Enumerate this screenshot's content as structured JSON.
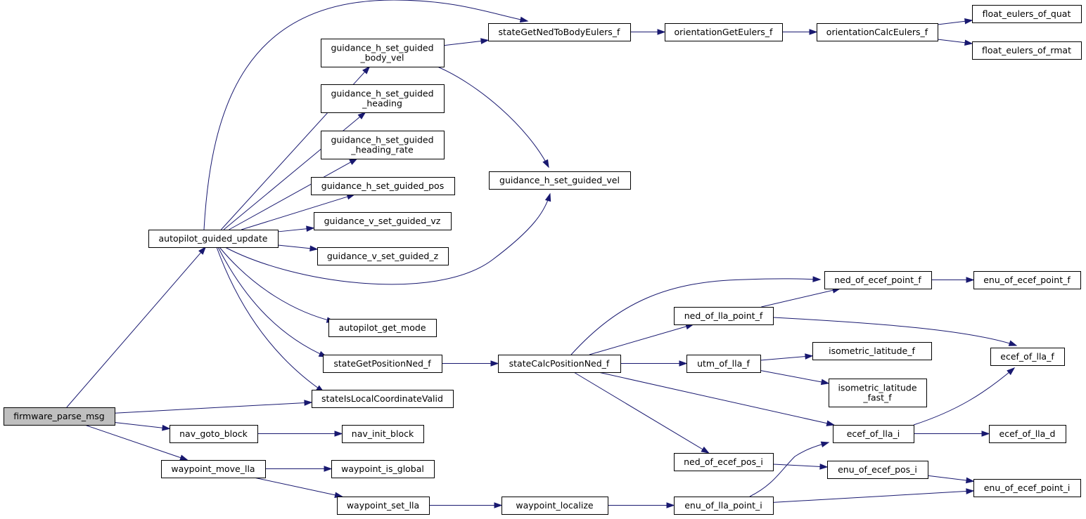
{
  "graph": {
    "nodes": [
      {
        "id": "firmware_parse_msg",
        "lines": [
          "firmware_parse_msg"
        ],
        "root": true
      },
      {
        "id": "autopilot_guided_update",
        "lines": [
          "autopilot_guided_update"
        ]
      },
      {
        "id": "guidance_h_set_guided_body_vel",
        "lines": [
          "guidance_h_set_guided",
          "_body_vel"
        ]
      },
      {
        "id": "guidance_h_set_guided_heading",
        "lines": [
          "guidance_h_set_guided",
          "_heading"
        ]
      },
      {
        "id": "guidance_h_set_guided_heading_rate",
        "lines": [
          "guidance_h_set_guided",
          "_heading_rate"
        ]
      },
      {
        "id": "guidance_h_set_guided_pos",
        "lines": [
          "guidance_h_set_guided_pos"
        ]
      },
      {
        "id": "guidance_v_set_guided_vz",
        "lines": [
          "guidance_v_set_guided_vz"
        ]
      },
      {
        "id": "guidance_v_set_guided_z",
        "lines": [
          "guidance_v_set_guided_z"
        ]
      },
      {
        "id": "autopilot_get_mode",
        "lines": [
          "autopilot_get_mode"
        ]
      },
      {
        "id": "stateGetPositionNed_f",
        "lines": [
          "stateGetPositionNed_f"
        ]
      },
      {
        "id": "stateIsLocalCoordinateValid",
        "lines": [
          "stateIsLocalCoordinateValid"
        ]
      },
      {
        "id": "nav_goto_block",
        "lines": [
          "nav_goto_block"
        ]
      },
      {
        "id": "nav_init_block",
        "lines": [
          "nav_init_block"
        ]
      },
      {
        "id": "waypoint_move_lla",
        "lines": [
          "waypoint_move_lla"
        ]
      },
      {
        "id": "waypoint_is_global",
        "lines": [
          "waypoint_is_global"
        ]
      },
      {
        "id": "waypoint_set_lla",
        "lines": [
          "waypoint_set_lla"
        ]
      },
      {
        "id": "waypoint_localize",
        "lines": [
          "waypoint_localize"
        ]
      },
      {
        "id": "stateGetNedToBodyEulers_f",
        "lines": [
          "stateGetNedToBodyEulers_f"
        ]
      },
      {
        "id": "orientationGetEulers_f",
        "lines": [
          "orientationGetEulers_f"
        ]
      },
      {
        "id": "orientationCalcEulers_f",
        "lines": [
          "orientationCalcEulers_f"
        ]
      },
      {
        "id": "float_eulers_of_quat",
        "lines": [
          "float_eulers_of_quat"
        ]
      },
      {
        "id": "float_eulers_of_rmat",
        "lines": [
          "float_eulers_of_rmat"
        ]
      },
      {
        "id": "guidance_h_set_guided_vel",
        "lines": [
          "guidance_h_set_guided_vel"
        ]
      },
      {
        "id": "stateCalcPositionNed_f",
        "lines": [
          "stateCalcPositionNed_f"
        ]
      },
      {
        "id": "ned_of_lla_point_f",
        "lines": [
          "ned_of_lla_point_f"
        ]
      },
      {
        "id": "ned_of_ecef_point_f",
        "lines": [
          "ned_of_ecef_point_f"
        ]
      },
      {
        "id": "enu_of_ecef_point_f",
        "lines": [
          "enu_of_ecef_point_f"
        ]
      },
      {
        "id": "utm_of_lla_f",
        "lines": [
          "utm_of_lla_f"
        ]
      },
      {
        "id": "isometric_latitude_f",
        "lines": [
          "isometric_latitude_f"
        ]
      },
      {
        "id": "isometric_latitude_fast_f",
        "lines": [
          "isometric_latitude",
          "_fast_f"
        ]
      },
      {
        "id": "ecef_of_lla_f",
        "lines": [
          "ecef_of_lla_f"
        ]
      },
      {
        "id": "ecef_of_lla_i",
        "lines": [
          "ecef_of_lla_i"
        ]
      },
      {
        "id": "ecef_of_lla_d",
        "lines": [
          "ecef_of_lla_d"
        ]
      },
      {
        "id": "ned_of_ecef_pos_i",
        "lines": [
          "ned_of_ecef_pos_i"
        ]
      },
      {
        "id": "enu_of_ecef_pos_i",
        "lines": [
          "enu_of_ecef_pos_i"
        ]
      },
      {
        "id": "enu_of_ecef_point_i",
        "lines": [
          "enu_of_ecef_point_i"
        ]
      },
      {
        "id": "enu_of_lla_point_i",
        "lines": [
          "enu_of_lla_point_i"
        ]
      }
    ],
    "edges": [
      {
        "from": "firmware_parse_msg",
        "to": "autopilot_guided_update"
      },
      {
        "from": "firmware_parse_msg",
        "to": "stateIsLocalCoordinateValid"
      },
      {
        "from": "firmware_parse_msg",
        "to": "nav_goto_block"
      },
      {
        "from": "firmware_parse_msg",
        "to": "waypoint_move_lla"
      },
      {
        "from": "autopilot_guided_update",
        "to": "stateGetNedToBodyEulers_f"
      },
      {
        "from": "autopilot_guided_update",
        "to": "guidance_h_set_guided_body_vel"
      },
      {
        "from": "autopilot_guided_update",
        "to": "guidance_h_set_guided_heading"
      },
      {
        "from": "autopilot_guided_update",
        "to": "guidance_h_set_guided_heading_rate"
      },
      {
        "from": "autopilot_guided_update",
        "to": "guidance_h_set_guided_pos"
      },
      {
        "from": "autopilot_guided_update",
        "to": "guidance_v_set_guided_vz"
      },
      {
        "from": "autopilot_guided_update",
        "to": "guidance_v_set_guided_z"
      },
      {
        "from": "autopilot_guided_update",
        "to": "guidance_h_set_guided_vel"
      },
      {
        "from": "autopilot_guided_update",
        "to": "autopilot_get_mode"
      },
      {
        "from": "autopilot_guided_update",
        "to": "stateGetPositionNed_f"
      },
      {
        "from": "autopilot_guided_update",
        "to": "stateIsLocalCoordinateValid"
      },
      {
        "from": "guidance_h_set_guided_body_vel",
        "to": "stateGetNedToBodyEulers_f"
      },
      {
        "from": "guidance_h_set_guided_body_vel",
        "to": "guidance_h_set_guided_vel"
      },
      {
        "from": "stateGetNedToBodyEulers_f",
        "to": "orientationGetEulers_f"
      },
      {
        "from": "orientationGetEulers_f",
        "to": "orientationCalcEulers_f"
      },
      {
        "from": "orientationCalcEulers_f",
        "to": "float_eulers_of_quat"
      },
      {
        "from": "orientationCalcEulers_f",
        "to": "float_eulers_of_rmat"
      },
      {
        "from": "stateGetPositionNed_f",
        "to": "stateCalcPositionNed_f"
      },
      {
        "from": "stateCalcPositionNed_f",
        "to": "ned_of_ecef_point_f"
      },
      {
        "from": "stateCalcPositionNed_f",
        "to": "ned_of_lla_point_f"
      },
      {
        "from": "stateCalcPositionNed_f",
        "to": "utm_of_lla_f"
      },
      {
        "from": "stateCalcPositionNed_f",
        "to": "ecef_of_lla_i"
      },
      {
        "from": "stateCalcPositionNed_f",
        "to": "ned_of_ecef_pos_i"
      },
      {
        "from": "ned_of_lla_point_f",
        "to": "ned_of_ecef_point_f"
      },
      {
        "from": "ned_of_lla_point_f",
        "to": "ecef_of_lla_f"
      },
      {
        "from": "ned_of_ecef_point_f",
        "to": "enu_of_ecef_point_f"
      },
      {
        "from": "utm_of_lla_f",
        "to": "isometric_latitude_f"
      },
      {
        "from": "utm_of_lla_f",
        "to": "isometric_latitude_fast_f"
      },
      {
        "from": "ecef_of_lla_i",
        "to": "ecef_of_lla_f"
      },
      {
        "from": "ecef_of_lla_i",
        "to": "ecef_of_lla_d"
      },
      {
        "from": "ned_of_ecef_pos_i",
        "to": "enu_of_ecef_pos_i"
      },
      {
        "from": "enu_of_ecef_pos_i",
        "to": "enu_of_ecef_point_i"
      },
      {
        "from": "nav_goto_block",
        "to": "nav_init_block"
      },
      {
        "from": "waypoint_move_lla",
        "to": "waypoint_is_global"
      },
      {
        "from": "waypoint_move_lla",
        "to": "waypoint_set_lla"
      },
      {
        "from": "waypoint_set_lla",
        "to": "waypoint_localize"
      },
      {
        "from": "waypoint_localize",
        "to": "enu_of_lla_point_i"
      },
      {
        "from": "enu_of_lla_point_i",
        "to": "ecef_of_lla_i"
      },
      {
        "from": "enu_of_lla_point_i",
        "to": "enu_of_ecef_point_i"
      }
    ]
  },
  "colors": {
    "edge": "#191970",
    "node_border": "#000000",
    "node_fill": "#ffffff",
    "root_fill": "#bfbfbf"
  }
}
